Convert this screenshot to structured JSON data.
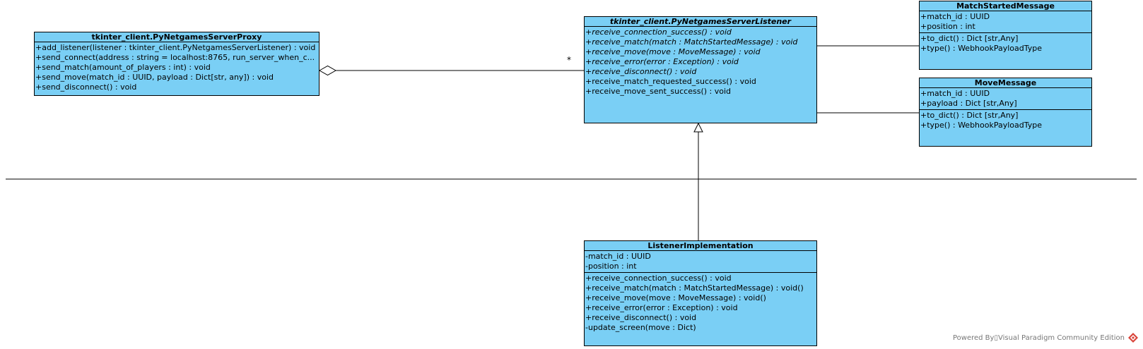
{
  "classes": {
    "proxy": {
      "name": "tkinter_client.PyNetgamesServerProxy",
      "attributes": [],
      "operations": [
        "+add_listener(listener : tkinter_client.PyNetgamesServerListener) : void",
        "+send_connect(address : string = localhost:8765, run_server_when_c...",
        "+send_match(amount_of_players : int) : void",
        "+send_move(match_id : UUID, payload : Dict[str, any]) : void",
        "+send_disconnect() : void"
      ]
    },
    "listener": {
      "name": "tkinter_client.PyNetgamesServerListener",
      "attributes": [],
      "operations": [
        "+receive_connection_success() : void",
        "+receive_match(match : MatchStartedMessage) : void",
        "+receive_move(move : MoveMessage) : void",
        "+receive_error(error : Exception) : void",
        "+receive_disconnect() : void",
        "+receive_match_requested_success() : void",
        "+receive_move_sent_success() : void"
      ]
    },
    "match_started": {
      "name": "MatchStartedMessage",
      "attributes": [
        "+match_id : UUID",
        "+position : int"
      ],
      "operations": [
        "+to_dict() : Dict [str,Any]",
        "+type() : WebhookPayloadType"
      ]
    },
    "move_message": {
      "name": "MoveMessage",
      "attributes": [
        "+match_id : UUID",
        "+payload : Dict [str,Any]"
      ],
      "operations": [
        "+to_dict() : Dict [str,Any]",
        "+type() : WebhookPayloadType"
      ]
    },
    "listener_impl": {
      "name": "ListenerImplementation",
      "attributes": [
        "-match_id : UUID",
        "-position : int"
      ],
      "operations": [
        "+receive_connection_success() : void",
        "+receive_match(match : MatchStartedMessage) : void()",
        "+receive_move(move : MoveMessage) : void()",
        "+receive_error(error : Exception) : void",
        "+receive_disconnect() : void",
        "-update_screen(move : Dict)"
      ]
    }
  },
  "relations": {
    "aggregation_multiplicity": "*"
  },
  "footer": {
    "text": "Powered By▯Visual Paradigm Community Edition"
  },
  "colors": {
    "class_fill": "#7acff5",
    "line": "#000000",
    "footer_text": "#777777",
    "logo": "#d9443a"
  }
}
